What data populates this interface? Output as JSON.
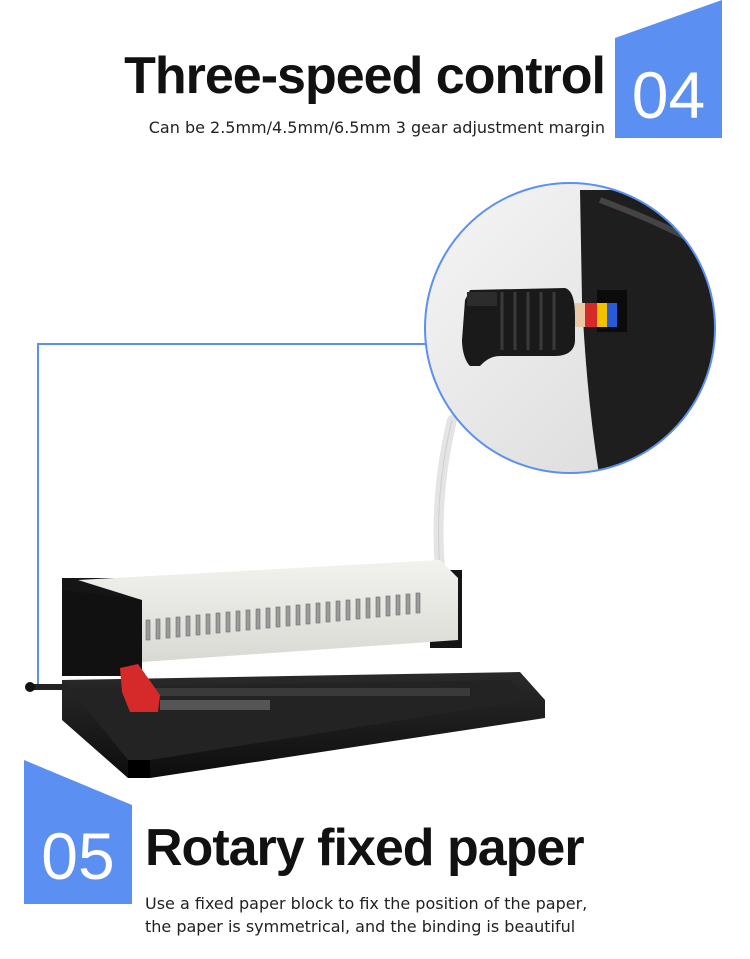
{
  "top": {
    "number": "04",
    "title": "Three-speed control",
    "subtitle": "Can be 2.5mm/4.5mm/6.5mm 3 gear adjustment margin"
  },
  "bottom": {
    "number": "05",
    "title": "Rotary fixed paper",
    "subtitle_line1": "Use a fixed paper block to fix the position of the paper,",
    "subtitle_line2": "the paper is symmetrical, and the binding is beautiful"
  },
  "colors": {
    "accent": "#5b8ff2",
    "machine_body": "#1a1a1a",
    "machine_cover": "#e8e8e3",
    "lever_red": "#d62a2a"
  },
  "icons": [
    "binding-machine-illustration",
    "gear-knob-zoom-illustration"
  ]
}
